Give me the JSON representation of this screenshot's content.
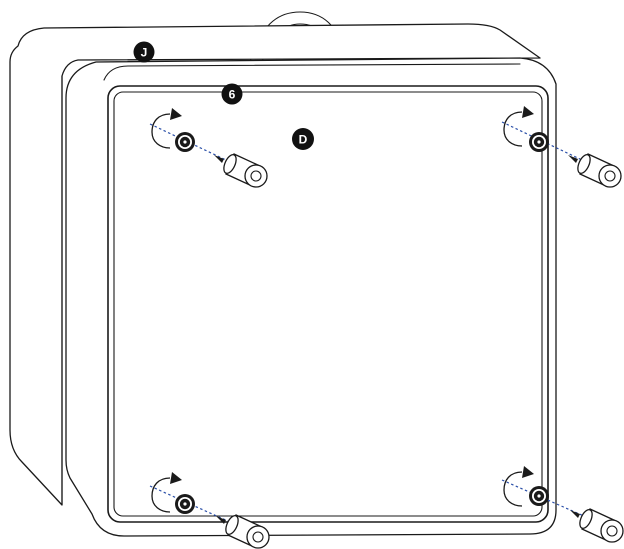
{
  "callouts": {
    "J": "J",
    "six": "6",
    "D": "D"
  },
  "icons": {
    "rotate": "rotate-arrow-icon",
    "nut": "mount-nut-icon",
    "spacer": "spacer-icon"
  },
  "colors": {
    "line": "#1a1a1a",
    "dashed_guide": "#2a4fa8",
    "badge_fill": "#111111",
    "badge_text": "#ffffff"
  }
}
